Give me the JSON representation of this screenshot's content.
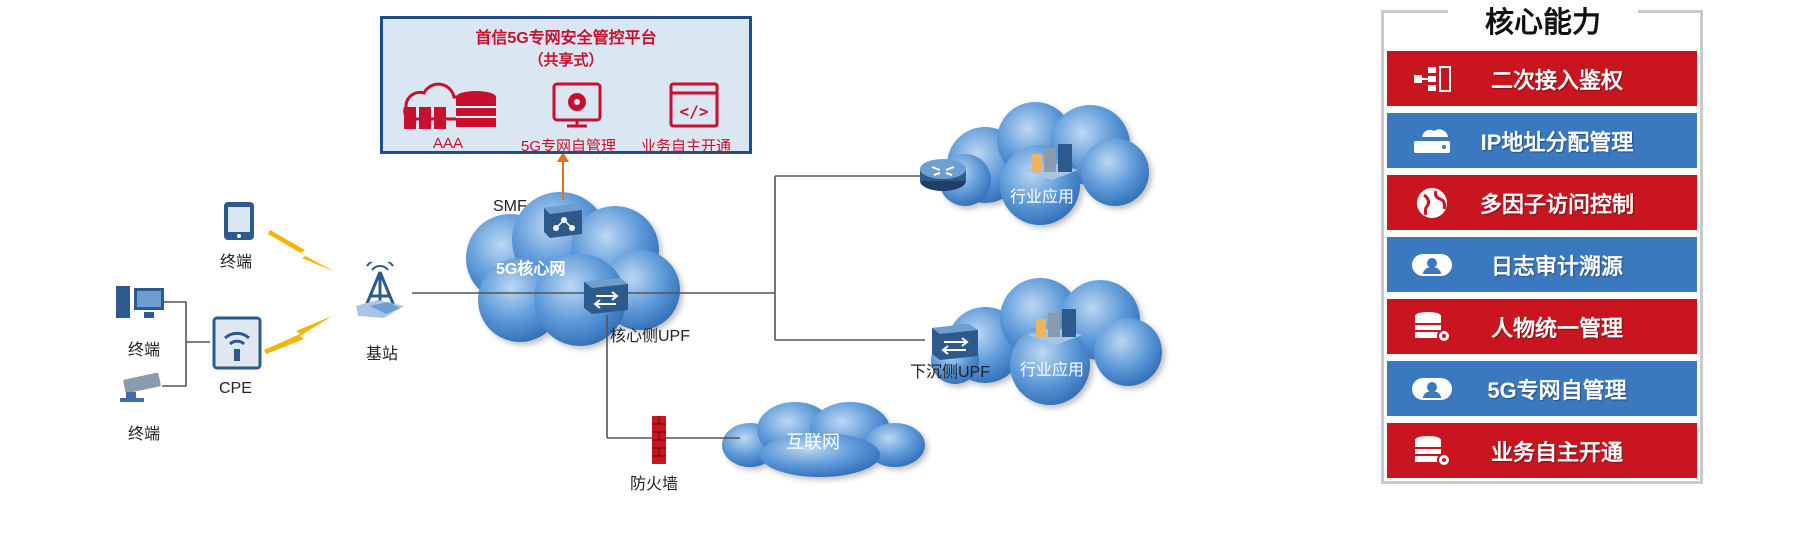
{
  "platform": {
    "title": "首信5G专网安全管控平台",
    "subtitle": "（共享式）",
    "items": [
      {
        "label": "AAA"
      },
      {
        "label": "5G专网自管理"
      },
      {
        "label": "业务自主开通"
      }
    ]
  },
  "network": {
    "terminal_tablet": "终端",
    "terminal_pc": "终端",
    "terminal_camera": "终端",
    "cpe": "CPE",
    "base_station": "基站",
    "smf": "SMF",
    "core_network": "5G核心网",
    "core_upf": "核心侧UPF",
    "firewall": "防火墙",
    "internet": "互联网",
    "industry_app_top": "行业应用",
    "industry_app_bottom": "行业应用",
    "sink_upf": "下沉侧UPF"
  },
  "panel": {
    "title": "核心能力",
    "items": [
      {
        "label": "二次接入鉴权",
        "color": "#c8151f",
        "icon": "network-node-icon"
      },
      {
        "label": "IP地址分配管理",
        "color": "#3a78c0",
        "icon": "cloud-server-icon"
      },
      {
        "label": "多因子访问控制",
        "color": "#c8151f",
        "icon": "globe-icon"
      },
      {
        "label": "日志审计溯源",
        "color": "#3a78c0",
        "icon": "user-icon"
      },
      {
        "label": "人物统一管理",
        "color": "#c8151f",
        "icon": "database-gear-icon"
      },
      {
        "label": "5G专网自管理",
        "color": "#3a78c0",
        "icon": "user-icon"
      },
      {
        "label": "业务自主开通",
        "color": "#c8151f",
        "icon": "database-gear-icon"
      }
    ]
  },
  "colors": {
    "brand_red": "#c8151f",
    "brand_blue": "#3a78c0",
    "platform_border": "#1f4e8c",
    "arrow": "#e07020",
    "lightning": "#f5b400"
  }
}
